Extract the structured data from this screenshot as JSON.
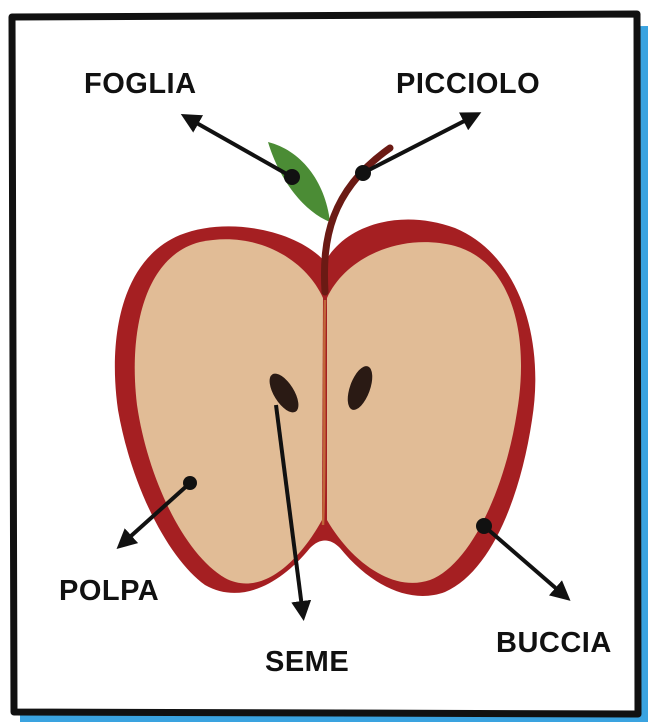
{
  "labels": {
    "leaf": "FOGLIA",
    "stem": "PICCIOLO",
    "flesh": "POLPA",
    "seed": "SEME",
    "skin": "BUCCIA"
  },
  "colors": {
    "frame": "#111111",
    "frame_shadow": "#3aa3e0",
    "skin": "#a51f22",
    "flesh": "#e1bc96",
    "leaf": "#4b8c35",
    "stem": "#6b1a14",
    "seed": "#2a1a14",
    "core_line": "#c0673a",
    "arrow": "#111111"
  }
}
